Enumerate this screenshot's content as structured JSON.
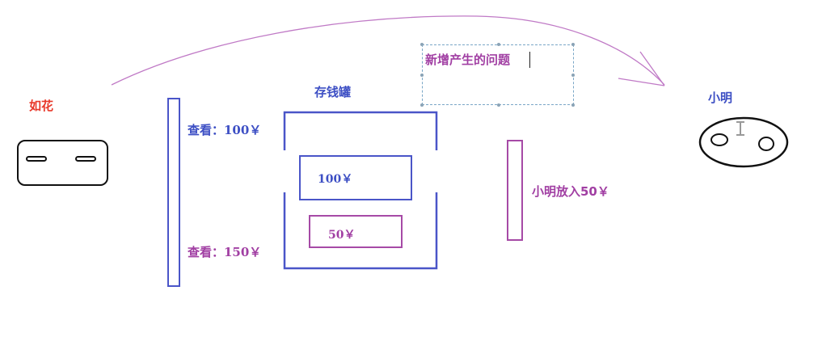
{
  "labels": {
    "ruhua": "如花",
    "xiaoming": "小明",
    "piggy_bank": "存钱罐",
    "view_100": "查看：100￥",
    "view_150": "查看：150￥",
    "inner_100": "100￥",
    "inner_50": "50￥",
    "xiaoming_put": "小明放入50￥",
    "textbox_text": "新增产生的问题"
  },
  "colors": {
    "red": "#e8392b",
    "blue": "#3d4fc4",
    "purple": "#a13fa3",
    "arc": "#c07ac6",
    "black": "#111111"
  },
  "icons": {
    "left_device": "socket-icon",
    "right_device": "face-icon",
    "cursor": "i-beam-cursor-icon"
  }
}
